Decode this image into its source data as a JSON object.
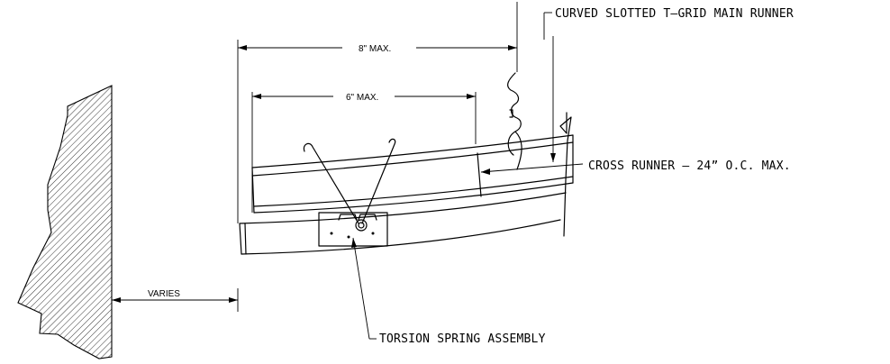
{
  "diagram": {
    "callouts": {
      "main_runner": "CURVED SLOTTED T—GRID MAIN RUNNER",
      "cross_runner": "CROSS RUNNER — 24” O.C. MAX.",
      "torsion_spring": "TORSION SPRING ASSEMBLY"
    },
    "dimensions": {
      "eight_max": "8\" MAX.",
      "six_max": "6\" MAX.",
      "varies": "VARIES"
    }
  }
}
